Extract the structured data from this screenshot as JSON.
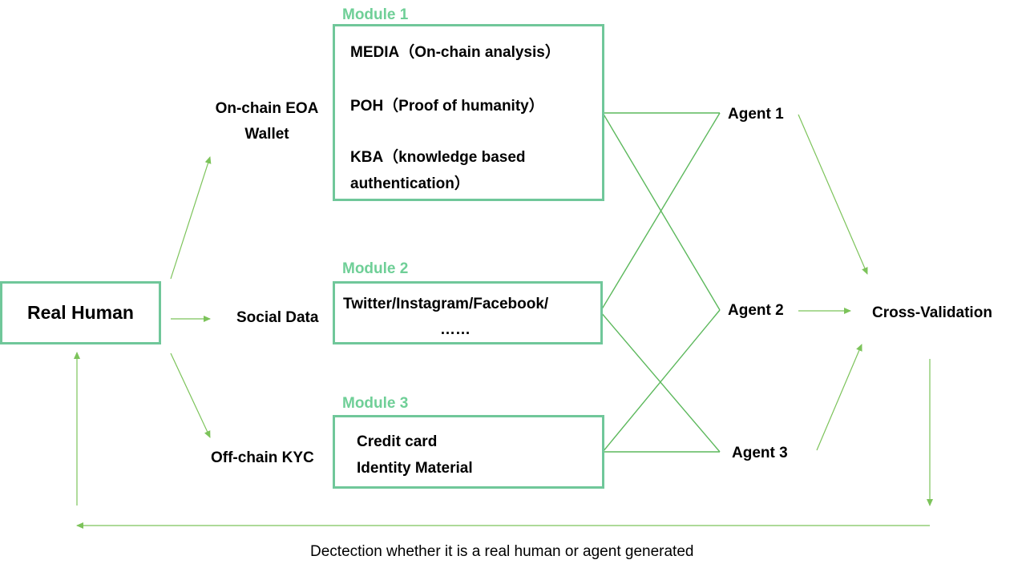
{
  "colors": {
    "accent": "#70c79a",
    "arrow": "#7cc35a",
    "line": "#5cb85c"
  },
  "real_human": {
    "label": "Real Human"
  },
  "sources": {
    "onchain": "On-chain EOA\nWallet",
    "social": "Social Data",
    "offchain": "Off-chain KYC"
  },
  "modules": [
    {
      "title": "Module 1",
      "lines": [
        "MEDIA（On-chain analysis）",
        "POH（Proof of humanity）",
        "KBA（knowledge based",
        "authentication）"
      ]
    },
    {
      "title": "Module 2",
      "lines": [
        "Twitter/Instagram/Facebook/",
        "……"
      ]
    },
    {
      "title": "Module 3",
      "lines": [
        "Credit card",
        "Identity Material"
      ]
    }
  ],
  "agents": [
    "Agent 1",
    "Agent 2",
    "Agent 3"
  ],
  "cross_validation": "Cross-Validation",
  "footer": "Dectection whether it is a real human or agent generated"
}
